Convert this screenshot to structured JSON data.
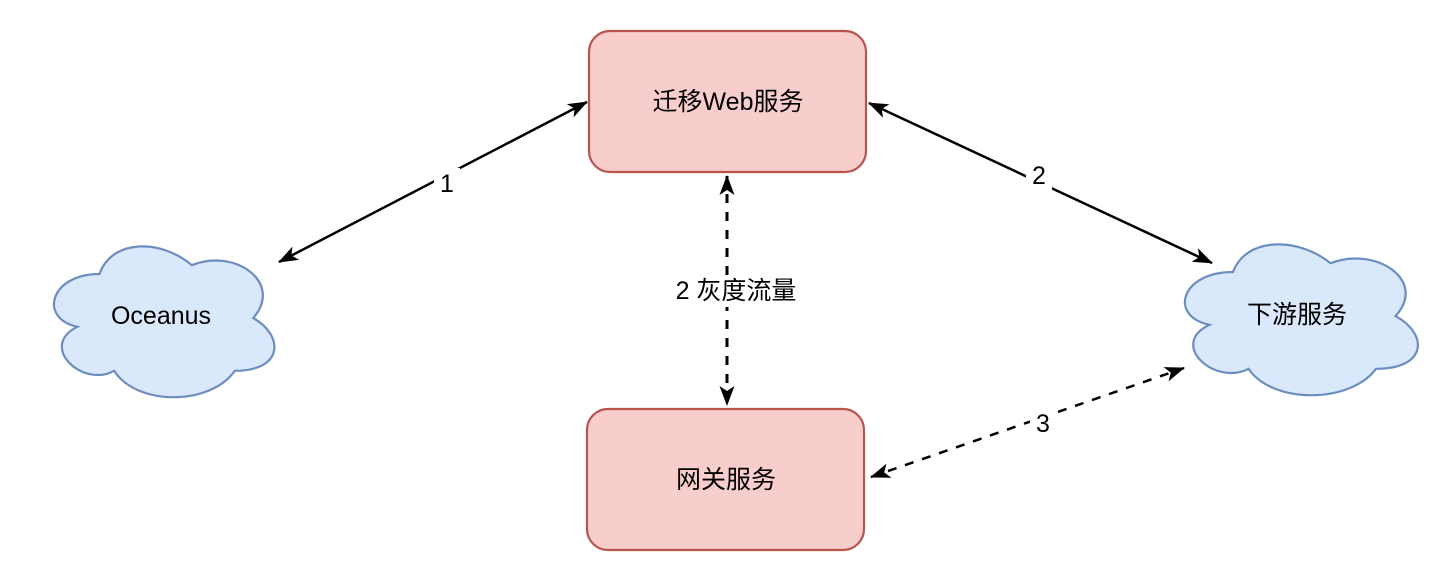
{
  "diagram": {
    "nodes": {
      "oceanus": {
        "label": "Oceanus",
        "shape": "cloud",
        "fill": "#DAE8FC",
        "stroke": "#6C8EBF"
      },
      "migration_web": {
        "label": "迁移Web服务",
        "shape": "rounded-rectangle",
        "fill": "#F8CECC",
        "stroke": "#B85450"
      },
      "gateway": {
        "label": "网关服务",
        "shape": "rounded-rectangle",
        "fill": "#F8CECC",
        "stroke": "#B85450"
      },
      "downstream": {
        "label": "下游服务",
        "shape": "cloud",
        "fill": "#DAE8FC",
        "stroke": "#6C8EBF"
      }
    },
    "edges": {
      "oceanus_migration": {
        "label": "1",
        "style": "solid",
        "arrows": "both"
      },
      "migration_downstream": {
        "label": "2",
        "style": "solid",
        "arrows": "both"
      },
      "migration_gateway": {
        "label": "2 灰度流量",
        "style": "dashed",
        "arrows": "both"
      },
      "gateway_downstream": {
        "label": "3",
        "style": "dashed",
        "arrows": "both"
      }
    },
    "colors": {
      "edge": "#000000",
      "label_background": "#FFFFFF",
      "canvas_background": "#FFFFFF"
    }
  }
}
